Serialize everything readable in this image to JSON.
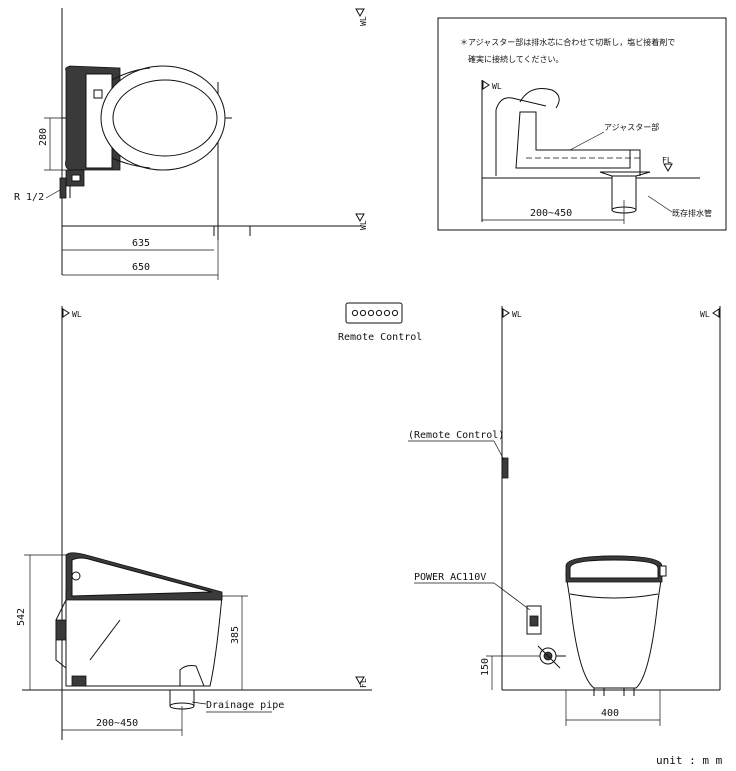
{
  "top_view": {
    "wl_top": "WL",
    "wl_right": "WL",
    "dim_280": "280",
    "dim_635": "635",
    "dim_650": "650",
    "r_label": "R 1/2"
  },
  "inset": {
    "note_line1": "＊アジャスター部は排水芯に合わせて切断し，塩ビ接着剤で",
    "note_line2": "確実に接続してください。",
    "wl": "WL",
    "adjuster_label": "アジャスター部",
    "fl": "FL",
    "dim_200_450": "200~450",
    "floor_drain_label": "既存排水管"
  },
  "side_view": {
    "wl": "WL",
    "remote_label": "Remote Control",
    "dim_542": "542",
    "dim_385": "385",
    "fl": "FL",
    "drain_label": "Drainage pipe",
    "dim_200_450": "200~450"
  },
  "front_view": {
    "wl_left": "WL",
    "wl_right": "WL",
    "remote_label": "(Remote Control)",
    "power_label": "POWER AC110V",
    "dim_150": "150",
    "dim_400": "400"
  },
  "unit_label": "unit : m m"
}
